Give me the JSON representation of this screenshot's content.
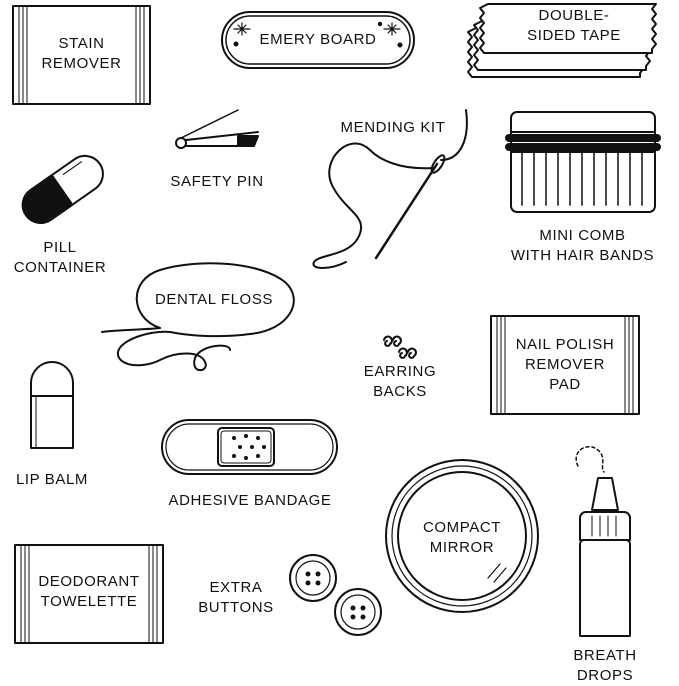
{
  "items": {
    "stain_remover": [
      "STAIN",
      "REMOVER"
    ],
    "emery_board": "EMERY BOARD",
    "double_sided_tape": [
      "DOUBLE-",
      "SIDED TAPE"
    ],
    "safety_pin": "SAFETY PIN",
    "mending_kit": "MENDING KIT",
    "pill_container": [
      "PILL",
      "CONTAINER"
    ],
    "mini_comb": [
      "MINI COMB",
      "WITH HAIR BANDS"
    ],
    "dental_floss": "DENTAL FLOSS",
    "nail_polish_remover": [
      "NAIL POLISH",
      "REMOVER",
      "PAD"
    ],
    "earring_backs": [
      "EARRING",
      "BACKS"
    ],
    "lip_balm": "LIP BALM",
    "adhesive_bandage": "ADHESIVE BANDAGE",
    "compact_mirror": [
      "COMPACT",
      "MIRROR"
    ],
    "deodorant_towelette": [
      "DEODORANT",
      "TOWELETTE"
    ],
    "extra_buttons": [
      "EXTRA",
      "BUTTONS"
    ],
    "breath_drops": [
      "BREATH",
      "DROPS"
    ]
  },
  "colors": {
    "ink": "#111111",
    "paper": "#ffffff"
  }
}
